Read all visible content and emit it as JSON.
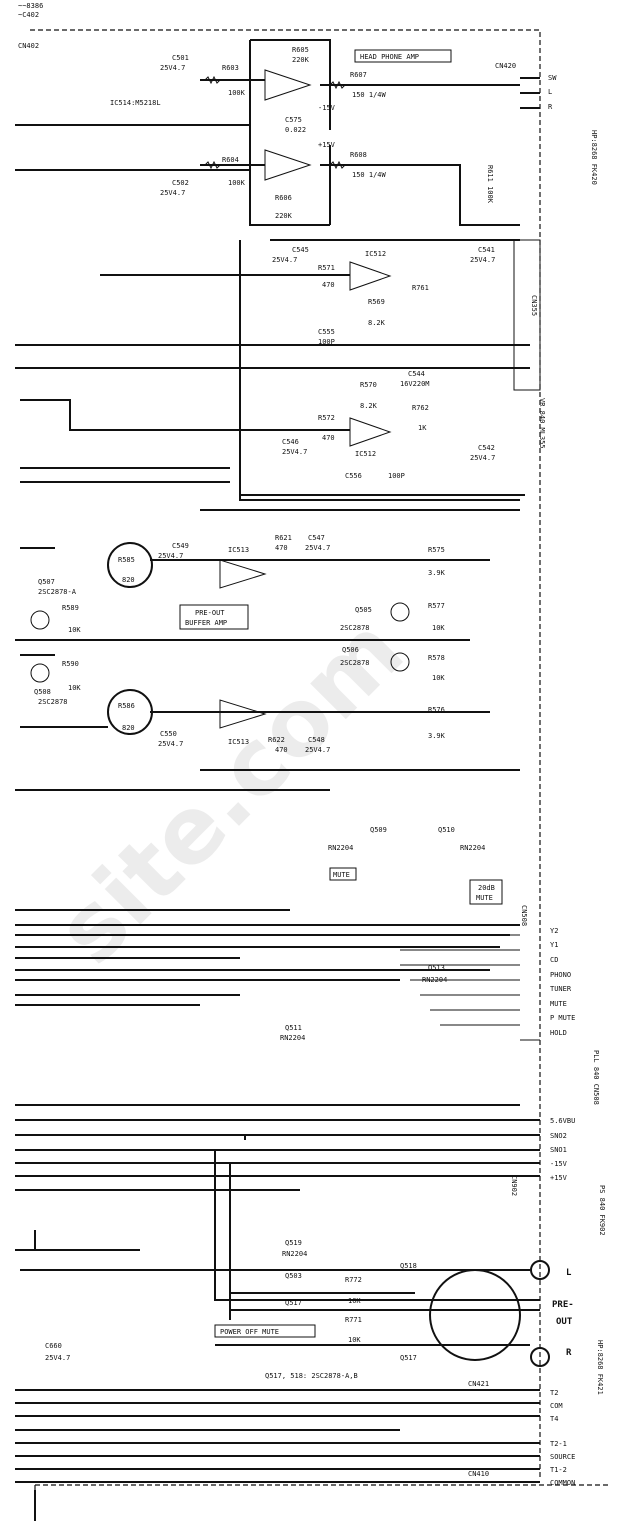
{
  "header": {
    "ref1": "~~8386",
    "ref2": "~C402",
    "cn402": "CN402"
  },
  "headphone": {
    "title": "HEAD PHONE AMP",
    "c501": "C501",
    "c501v": "25V4.7",
    "c502": "C502",
    "c502v": "25V4.7",
    "r603": "R603",
    "r603v": "100K",
    "r604": "R604",
    "r604v": "100K",
    "r605": "R605",
    "r605v": "220K",
    "r606": "R606",
    "r606v": "220K",
    "r607": "R607",
    "r607v": "150 1/4W",
    "r608": "R608",
    "r608v": "150 1/4W",
    "c575": "C575",
    "c575v": "0.022",
    "ic": "IC514:M5218L",
    "m15": "-15V",
    "p15": "+15V",
    "cn420": "CN420",
    "sw": "SW",
    "l": "L",
    "r": "R",
    "jack": "HP:8268 FK420",
    "r611": "R611 100K"
  },
  "ic512": {
    "c545": "C545",
    "c545v": "25V4.7",
    "c546": "C546",
    "c546v": "25V4.7",
    "c541": "C541",
    "c541v": "25V4.7",
    "c542": "C542",
    "c542v": "25V4.7",
    "ic": "IC512",
    "r571": "R571",
    "r571v": "470",
    "r572": "R572",
    "r572v": "470",
    "r569": "R569",
    "r569v": "8.2K",
    "r570": "R570",
    "r570v": "8.2K",
    "c555": "C555",
    "c555v": "100P",
    "c556": "C556",
    "c556v": "100P",
    "c544": "C544",
    "c544v": "16V220M",
    "r761": "R761",
    "r762": "R762",
    "r762v": "1K",
    "cn355": "CN355",
    "vr": "VR 840 ML355"
  },
  "preout": {
    "c549": "C549",
    "c549v": "25V4.7",
    "c550": "C550",
    "c550v": "25V4.7",
    "c547": "C547",
    "c547v": "25V4.7",
    "c548": "C548",
    "c548v": "25V4.7",
    "ic": "IC513",
    "r621": "R621",
    "r621v": "470",
    "r622": "R622",
    "r622v": "470",
    "r585": "R585",
    "r585v": "820",
    "r586": "R586",
    "r586v": "820",
    "q507": "Q507",
    "q507v": "2SC2878-A",
    "q508": "Q508",
    "q508v": "2SC2878",
    "r589": "R589",
    "r589v": "10K",
    "r590": "R590",
    "r590v": "10K",
    "buf1": "PRE-OUT",
    "buf2": "BUFFER AMP",
    "q505": "Q505",
    "q505v": "2SC2878",
    "q506": "Q506",
    "q506v": "2SC2878",
    "r577": "R577",
    "r577v": "10K",
    "r578": "R578",
    "r578v": "10K",
    "r575": "R575",
    "r575v": "3.9K",
    "r576": "R576",
    "r576v": "3.9K"
  },
  "mute": {
    "q509": "Q509",
    "q510": "Q510",
    "rn1": "RN2204",
    "rn2": "RN2204",
    "mute": "MUTE",
    "db20": "20dB",
    "mute2": "MUTE",
    "q511": "Q511",
    "rn3": "RN2204",
    "q513": "Q513",
    "rn4": "RN2204",
    "cn508": "CN508",
    "pll": "PLL 840 CN508"
  },
  "connectors": {
    "bus": [
      "Y2",
      "Y1",
      "CD",
      "PHONO",
      "TUNER",
      "MUTE",
      "P MUTE",
      "HOLD"
    ],
    "power": [
      "5.6VBU",
      "SNO2",
      "SNO1",
      "-15V",
      "+15V"
    ],
    "cn902": "CN902",
    "ps": "PS 840 FK902",
    "out": [
      "T2",
      "COM",
      "T4",
      "T2-1",
      "SOURCE",
      "T1-2",
      "COMMON"
    ],
    "cn421": "CN421",
    "cn410": "CN410"
  },
  "power_off": {
    "label": "POWER OFF MUTE",
    "q519": "Q519",
    "q519v": "RN2204",
    "q503": "Q503",
    "q517": "Q517",
    "q518": "Q518",
    "r772": "R772",
    "r772v": "10K",
    "r771": "R771",
    "r771v": "10K",
    "note": "Q517, 518: 2SC2878-A,B",
    "c660": "C660",
    "c660v": "25V4.7",
    "pre": "PRE-",
    "out": "OUT",
    "l": "L",
    "r": "R",
    "jack": "HP:8268 FK421"
  },
  "watermark": "site.com"
}
